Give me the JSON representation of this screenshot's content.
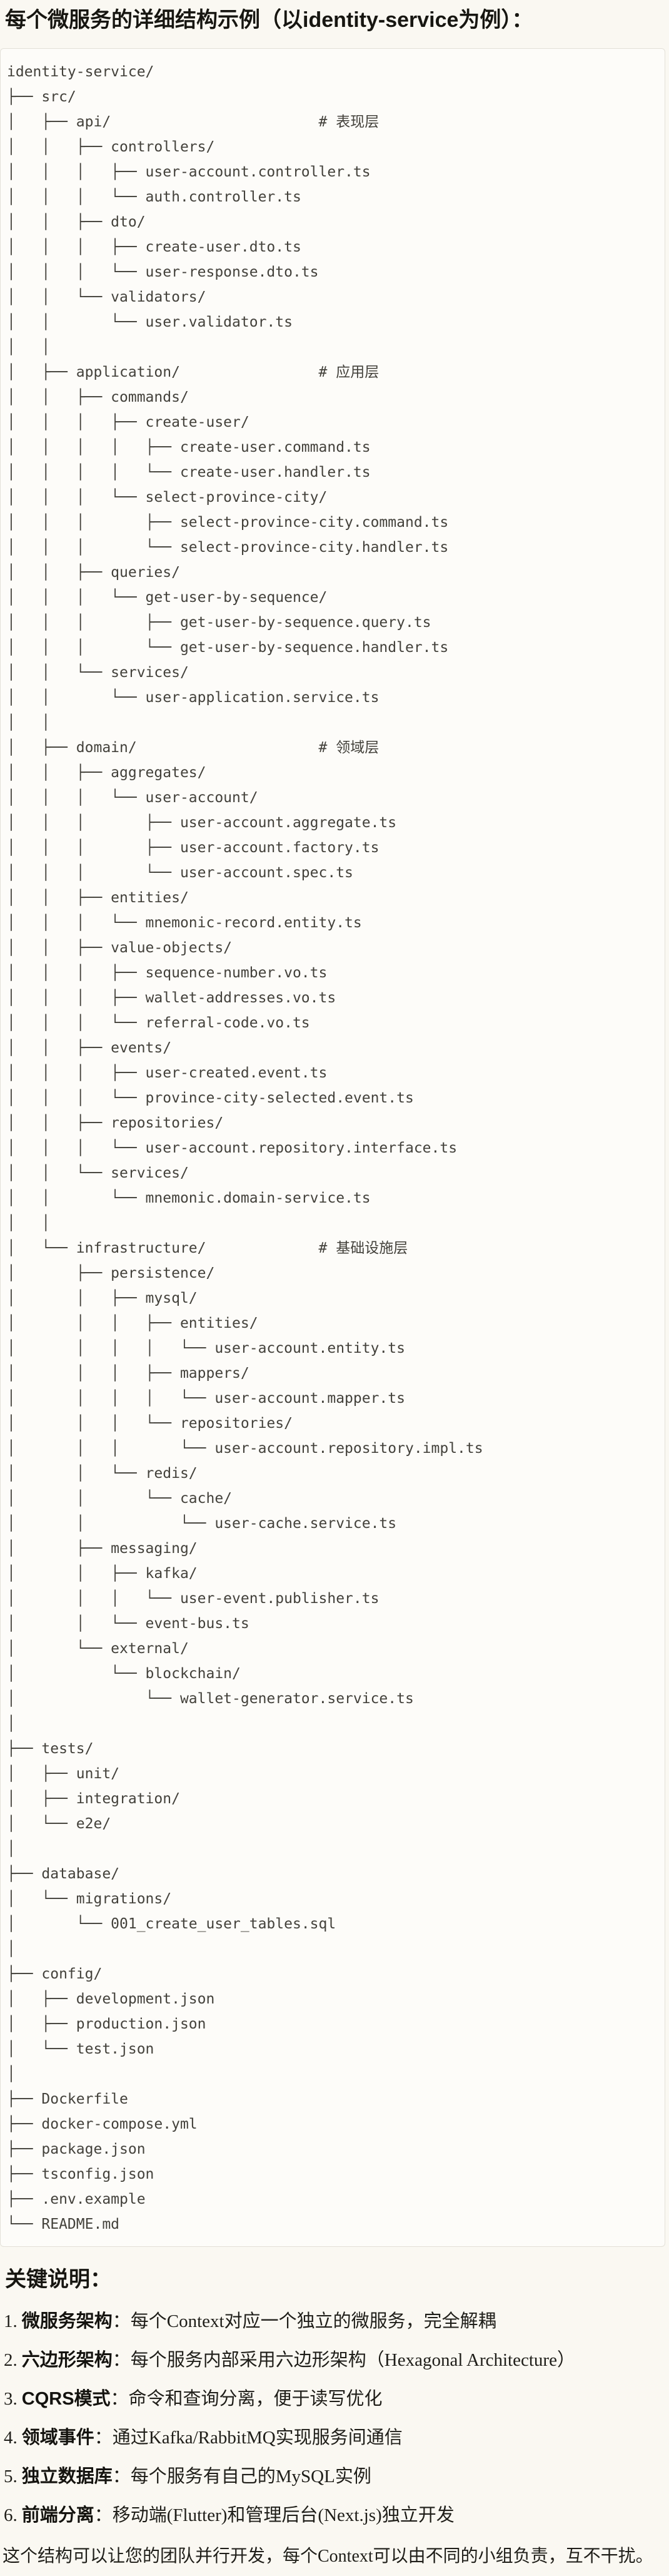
{
  "page": {
    "title": "每个微服务的详细结构示例（以identity-service为例）：",
    "colors": {
      "page_bg": "#faf8f2",
      "code_bg": "#fdfcf9",
      "code_border": "#e3e0d8",
      "code_text": "#43413b",
      "text": "#1c1b17"
    }
  },
  "tree": {
    "language": "plaintext",
    "lines": [
      "identity-service/",
      "├── src/",
      "│   ├── api/                        # 表现层",
      "│   │   ├── controllers/",
      "│   │   │   ├── user-account.controller.ts",
      "│   │   │   └── auth.controller.ts",
      "│   │   ├── dto/",
      "│   │   │   ├── create-user.dto.ts",
      "│   │   │   └── user-response.dto.ts",
      "│   │   └── validators/",
      "│   │       └── user.validator.ts",
      "│   │",
      "│   ├── application/                # 应用层",
      "│   │   ├── commands/",
      "│   │   │   ├── create-user/",
      "│   │   │   │   ├── create-user.command.ts",
      "│   │   │   │   └── create-user.handler.ts",
      "│   │   │   └── select-province-city/",
      "│   │   │       ├── select-province-city.command.ts",
      "│   │   │       └── select-province-city.handler.ts",
      "│   │   ├── queries/",
      "│   │   │   └── get-user-by-sequence/",
      "│   │   │       ├── get-user-by-sequence.query.ts",
      "│   │   │       └── get-user-by-sequence.handler.ts",
      "│   │   └── services/",
      "│   │       └── user-application.service.ts",
      "│   │",
      "│   ├── domain/                     # 领域层",
      "│   │   ├── aggregates/",
      "│   │   │   └── user-account/",
      "│   │   │       ├── user-account.aggregate.ts",
      "│   │   │       ├── user-account.factory.ts",
      "│   │   │       └── user-account.spec.ts",
      "│   │   ├── entities/",
      "│   │   │   └── mnemonic-record.entity.ts",
      "│   │   ├── value-objects/",
      "│   │   │   ├── sequence-number.vo.ts",
      "│   │   │   ├── wallet-addresses.vo.ts",
      "│   │   │   └── referral-code.vo.ts",
      "│   │   ├── events/",
      "│   │   │   ├── user-created.event.ts",
      "│   │   │   └── province-city-selected.event.ts",
      "│   │   ├── repositories/",
      "│   │   │   └── user-account.repository.interface.ts",
      "│   │   └── services/",
      "│   │       └── mnemonic.domain-service.ts",
      "│   │",
      "│   └── infrastructure/             # 基础设施层",
      "│       ├── persistence/",
      "│       │   ├── mysql/",
      "│       │   │   ├── entities/",
      "│       │   │   │   └── user-account.entity.ts",
      "│       │   │   ├── mappers/",
      "│       │   │   │   └── user-account.mapper.ts",
      "│       │   │   └── repositories/",
      "│       │   │       └── user-account.repository.impl.ts",
      "│       │   └── redis/",
      "│       │       └── cache/",
      "│       │           └── user-cache.service.ts",
      "│       ├── messaging/",
      "│       │   ├── kafka/",
      "│       │   │   └── user-event.publisher.ts",
      "│       │   └── event-bus.ts",
      "│       └── external/",
      "│           └── blockchain/",
      "│               └── wallet-generator.service.ts",
      "│",
      "├── tests/",
      "│   ├── unit/",
      "│   ├── integration/",
      "│   └── e2e/",
      "│",
      "├── database/",
      "│   └── migrations/",
      "│       └── 001_create_user_tables.sql",
      "│",
      "├── config/",
      "│   ├── development.json",
      "│   ├── production.json",
      "│   └── test.json",
      "│",
      "├── Dockerfile",
      "├── docker-compose.yml",
      "├── package.json",
      "├── tsconfig.json",
      "├── .env.example",
      "└── README.md"
    ]
  },
  "notes": {
    "heading": "关键说明：",
    "items": [
      {
        "num": "1.",
        "label": "微服务架构",
        "text": "：每个Context对应一个独立的微服务，完全解耦"
      },
      {
        "num": "2.",
        "label": "六边形架构",
        "text": "：每个服务内部采用六边形架构（Hexagonal Architecture）"
      },
      {
        "num": "3.",
        "label": "CQRS模式",
        "text": "：命令和查询分离，便于读写优化"
      },
      {
        "num": "4.",
        "label": "领域事件",
        "text": "：通过Kafka/RabbitMQ实现服务间通信"
      },
      {
        "num": "5.",
        "label": "独立数据库",
        "text": "：每个服务有自己的MySQL实例"
      },
      {
        "num": "6.",
        "label": "前端分离",
        "text": "：移动端(Flutter)和管理后台(Next.js)独立开发"
      }
    ],
    "footer": "这个结构可以让您的团队并行开发，每个Context可以由不同的小组负责，互不干扰。"
  }
}
